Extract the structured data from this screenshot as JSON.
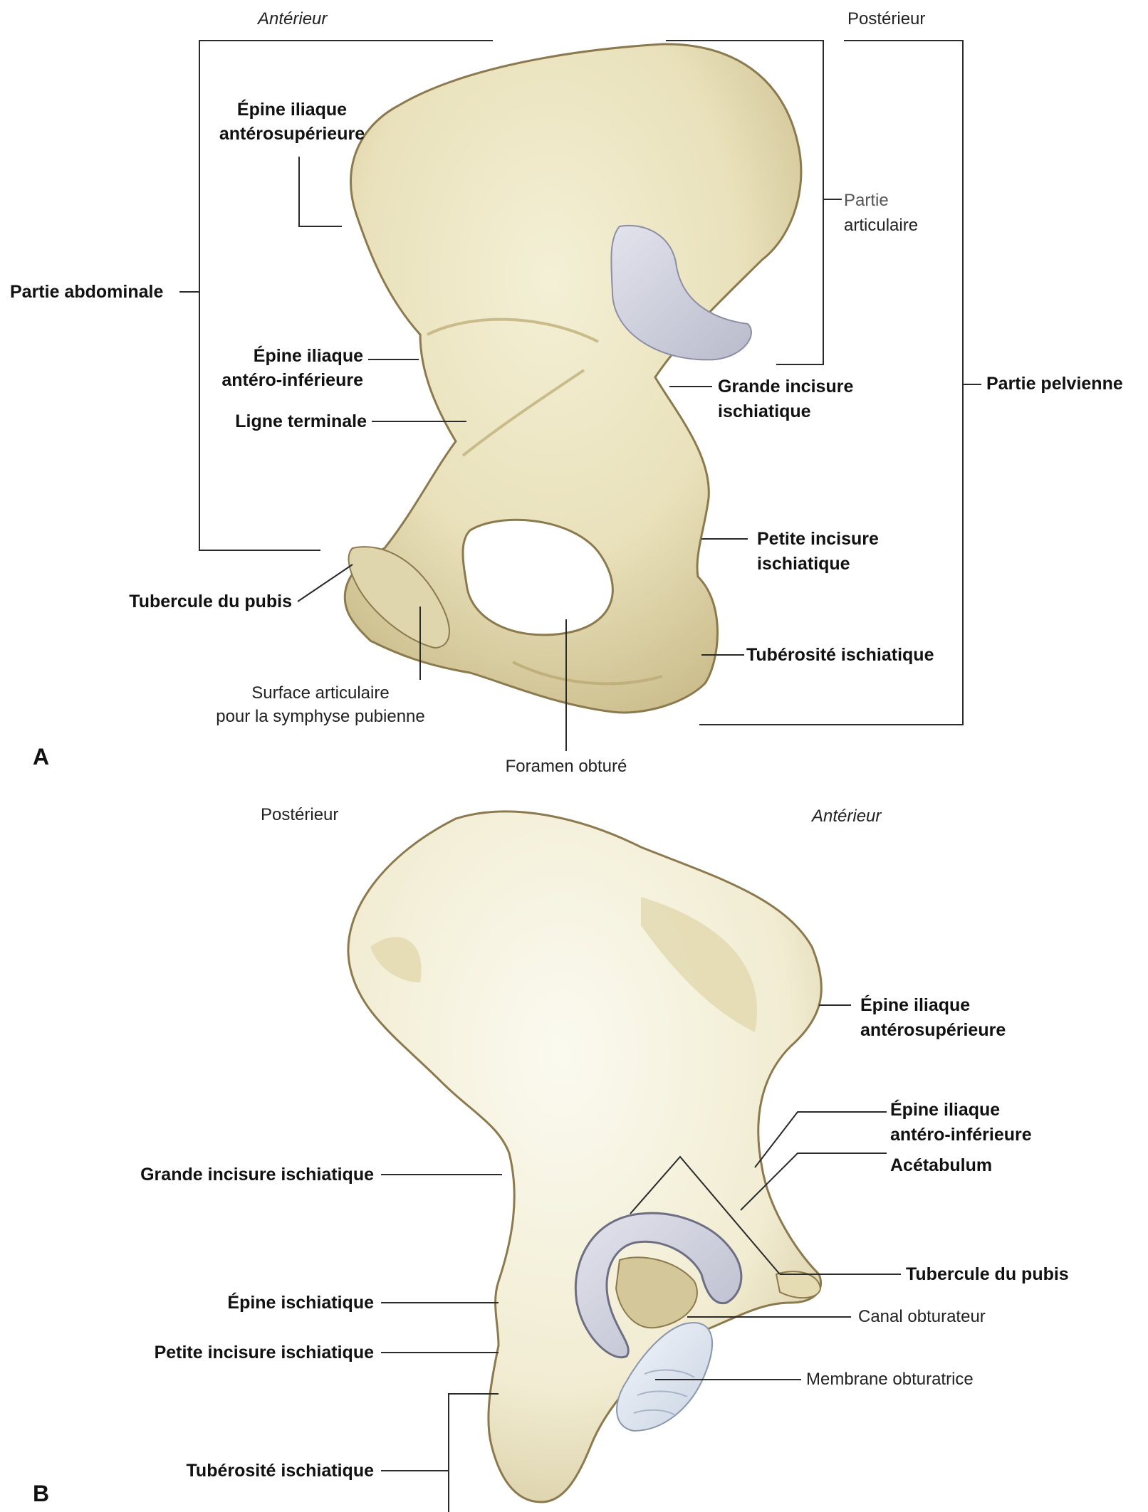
{
  "panelA": {
    "letter": "A",
    "orientation": {
      "left": "Antérieur",
      "right": "Postérieur"
    },
    "labels": {
      "epine_ant_sup_line1": "Épine iliaque",
      "epine_ant_sup_line2": "antérosupérieure",
      "partie_abdominale": "Partie abdominale",
      "epine_ant_inf_line1": "Épine iliaque",
      "epine_ant_inf_line2": "antéro-inférieure",
      "ligne_terminale": "Ligne terminale",
      "tubercule_pubis": "Tubercule du pubis",
      "surface_art_line1": "Surface articulaire",
      "surface_art_line2": "pour la symphyse pubienne",
      "foramen_obture": "Foramen obturé",
      "partie_art_line1": "Partie",
      "partie_art_line2": "articulaire",
      "grande_incisure_line1": "Grande incisure",
      "grande_incisure_line2": "ischiatique",
      "partie_pelvienne": "Partie pelvienne",
      "petite_incisure_line1": "Petite incisure",
      "petite_incisure_line2": "ischiatique",
      "tuberosite": "Tubérosité ischiatique"
    }
  },
  "panelB": {
    "letter": "B",
    "orientation": {
      "left": "Postérieur",
      "right": "Antérieur"
    },
    "labels": {
      "epine_ant_sup_line1": "Épine iliaque",
      "epine_ant_sup_line2": "antérosupérieure",
      "epine_ant_inf_line1": "Épine iliaque",
      "epine_ant_inf_line2": "antéro-inférieure",
      "acetabulum": "Acétabulum",
      "grande_incisure": "Grande incisure ischiatique",
      "tubercule_pubis": "Tubercule du pubis",
      "canal_obturateur": "Canal obturateur",
      "epine_ischiatique": "Épine ischiatique",
      "petite_incisure": "Petite incisure ischiatique",
      "membrane_obturatrice": "Membrane obturatrice",
      "tuberosite": "Tubérosité ischiatique"
    }
  },
  "colors": {
    "bone": "#ece6c4",
    "bone_shadow": "#d4c79a",
    "cartilage": "#cfd0de",
    "membrane": "#dfe6ef"
  }
}
